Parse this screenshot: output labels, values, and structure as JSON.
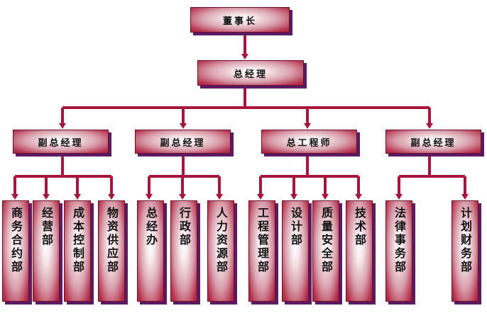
{
  "chairman": "董事长",
  "general_manager": "总经理",
  "level2": [
    {
      "title": "副总经理",
      "depts": [
        "商务合约部",
        "经营部",
        "成本控制部",
        "物资供应部"
      ]
    },
    {
      "title": "副总经理",
      "depts": [
        "总经办",
        "行政部",
        "人力资源部"
      ]
    },
    {
      "title": "总工程师",
      "depts": [
        "工程管理部",
        "设计部",
        "质量安全部",
        "技术部"
      ]
    },
    {
      "title": "副总经理",
      "depts": [
        "法律事务部",
        "计划财务部"
      ]
    }
  ],
  "colors": {
    "box_fill": "#b5304c",
    "line": "#a8143c",
    "shadow": "#5a1a66"
  }
}
